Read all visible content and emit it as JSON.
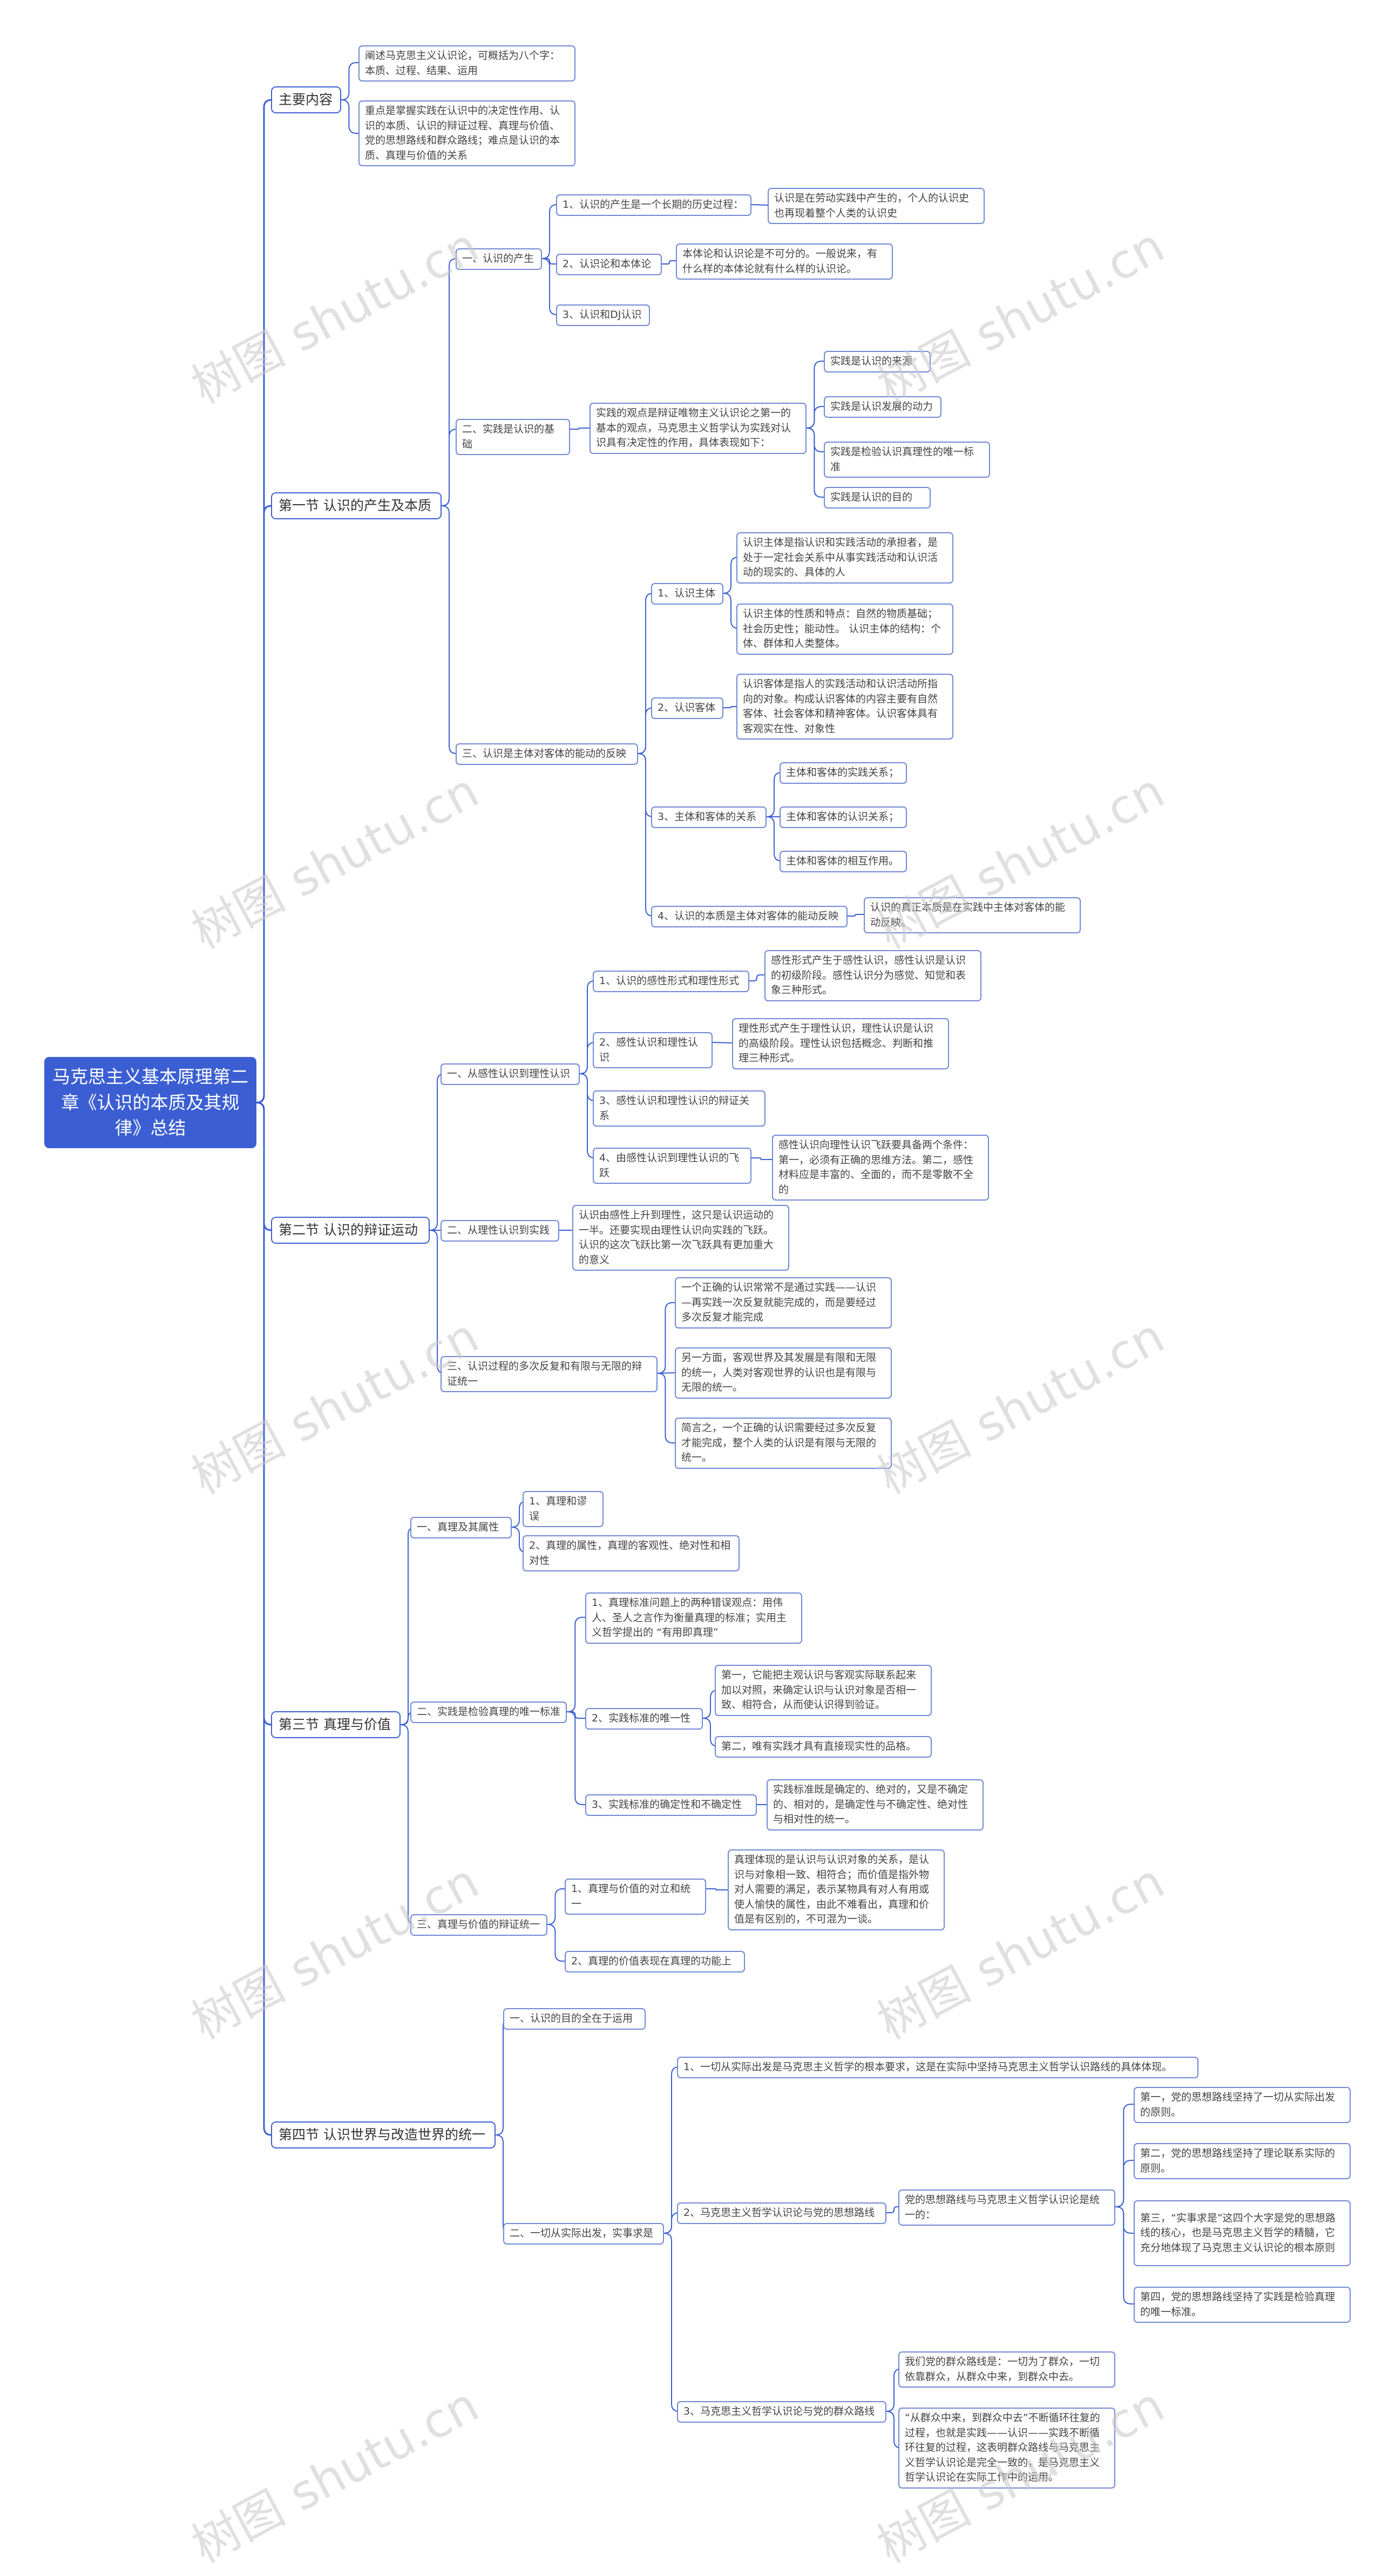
{
  "watermark": "树图 shutu.cn",
  "colors": {
    "root_bg": "#3b5fd2",
    "line": "#3b5fd2",
    "border": "#7088d6"
  },
  "root": "马克思主义基本原理第二章《认识的本质及其规律》总结",
  "nodes": {
    "s0": "主要内容",
    "s0_a": "阐述马克思主义认识论，可概括为八个字：本质、过程、结果、运用",
    "s0_b": "重点是掌握实践在认识中的决定性作用、认识的本质、认识的辩证过程、真理与价值、党的思想路线和群众路线；难点是认识的本质、真理与价值的关系",
    "s1": "第一节 认识的产生及本质",
    "s1_1": "一、认识的产生",
    "s1_1_1": "1、认识的产生是一个长期的历史过程：",
    "s1_1_1a": "认识是在劳动实践中产生的，个人的认识史也再现着整个人类的认识史",
    "s1_1_2": "2、认识论和本体论",
    "s1_1_2a": "本体论和认识论是不可分的。一般说来，有什么样的本体论就有什么样的认识论。",
    "s1_1_3": "3、认识和DJ认识",
    "s1_2": "二、实践是认识的基础",
    "s1_2a": "实践的观点是辩证唯物主义认识论之第一的基本的观点，马克思主义哲学认为实践对认识具有决定性的作用，具体表现如下：",
    "s1_2a1": "实践是认识的来源",
    "s1_2a2": "实践是认识发展的动力",
    "s1_2a3": "实践是检验认识真理性的唯一标准",
    "s1_2a4": "实践是认识的目的",
    "s1_3": "三、认识是主体对客体的能动的反映",
    "s1_3_1": "1、认识主体",
    "s1_3_1a": "认识主体是指认识和实践活动的承担者，是处于一定社会关系中从事实践活动和认识活动的现实的、具体的人",
    "s1_3_1b": "认识主体的性质和特点：自然的物质基础；社会历史性；能动性。 认识主体的结构：个体、群体和人类整体。",
    "s1_3_2": "2、认识客体",
    "s1_3_2a": "认识客体是指人的实践活动和认识活动所指向的对象。构成认识客体的内容主要有自然客体、社会客体和精神客体。认识客体具有客观实在性、对象性",
    "s1_3_3": "3、主体和客体的关系",
    "s1_3_3a": "主体和客体的实践关系；",
    "s1_3_3b": "主体和客体的认识关系；",
    "s1_3_3c": "主体和客体的相互作用。",
    "s1_3_4": "4、认识的本质是主体对客体的能动反映",
    "s1_3_4a": "认识的真正本质是在实践中主体对客体的能动反映。",
    "s2": "第二节 认识的辩证运动",
    "s2_1": "一、从感性认识到理性认识",
    "s2_1_1": "1、认识的感性形式和理性形式",
    "s2_1_1a": "感性形式产生于感性认识，感性认识是认识的初级阶段。感性认识分为感觉、知觉和表象三种形式。",
    "s2_1_2": "2、感性认识和理性认识",
    "s2_1_2a": "理性形式产生于理性认识，理性认识是认识的高级阶段。理性认识包括概念、判断和推理三种形式。",
    "s2_1_3": "3、感性认识和理性认识的辩证关系",
    "s2_1_4": "4、由感性认识到理性认识的飞跃",
    "s2_1_4a": "感性认识向理性认识飞跃要具备两个条件：第一，必须有正确的思维方法。第二，感性材料应是丰富的、全面的，而不是零散不全的",
    "s2_2": "二、从理性认识到实践",
    "s2_2a": "认识由感性上升到理性，这只是认识运动的一半。还要实现由理性认识向实践的飞跃。认识的这次飞跃比第一次飞跃具有更加重大的意义",
    "s2_3": "三、认识过程的多次反复和有限与无限的辩证统一",
    "s2_3a": "一个正确的认识常常不是通过实践——认识—再实践一次反复就能完成的，而是要经过多次反复才能完成",
    "s2_3b": "另一方面，客观世界及其发展是有限和无限的统一，人类对客观世界的认识也是有限与无限的统一。",
    "s2_3c": "简言之，一个正确的认识需要经过多次反复才能完成，整个人类的认识是有限与无限的统一。",
    "s3": "第三节 真理与价值",
    "s3_1": "一、真理及其属性",
    "s3_1_1": "1、真理和谬误",
    "s3_1_2": "2、真理的属性，真理的客观性、绝对性和相对性",
    "s3_2": "二、实践是检验真理的唯一标准",
    "s3_2_1": "1、真理标准问题上的两种错误观点：用伟人、圣人之言作为衡量真理的标准；实用主义哲学提出的 “有用即真理”",
    "s3_2_2": "2、实践标准的唯一性",
    "s3_2_2a": "第一，它能把主观认识与客观实际联系起来加以对照，来确定认识与认识对象是否相一致、相符合，从而使认识得到验证。",
    "s3_2_2b": "第二，唯有实践才具有直接现实性的品格。",
    "s3_2_3": "3、实践标准的确定性和不确定性",
    "s3_2_3a": "实践标准既是确定的、绝对的，又是不确定的、相对的，是确定性与不确定性、绝对性与相对性的统一。",
    "s3_3": "三、真理与价值的辩证统一",
    "s3_3_1": "1、真理与价值的对立和统一",
    "s3_3_1a": "真理体现的是认识与认识对象的关系，是认识与对象相一致、相符合；而价值是指外物对人需要的满足，表示某物具有对人有用或使人愉快的属性，由此不难看出，真理和价值是有区别的，不可混为一谈。",
    "s3_3_2": "2、真理的价值表现在真理的功能上",
    "s4": "第四节 认识世界与改造世界的统一",
    "s4_1": "一、认识的目的全在于运用",
    "s4_2": "二、一切从实际出发，实事求是",
    "s4_2_1": "1、一切从实际出发是马克思主义哲学的根本要求，这是在实际中坚持马克思主义哲学认识路线的具体体现。",
    "s4_2_2": "2、马克思主义哲学认识论与党的思想路线",
    "s4_2_2a": "党的思想路线与马克思主义哲学认识论是统一的：",
    "s4_2_2a1": "第一，党的思想路线坚持了一切从实际出发的原则。",
    "s4_2_2a2": "第二，党的思想路线坚持了理论联系实际的原则。",
    "s4_2_2a3": "第三，“实事求是”这四个大字是党的思想路线的核心，也是马克思主义哲学的精髓，它充分地体现了马克思主义认识论的根本原则",
    "s4_2_2a4": "第四，党的思想路线坚持了实践是检验真理的唯一标准。",
    "s4_2_3": "3、马克思主义哲学认识论与党的群众路线",
    "s4_2_3a": "我们党的群众路线是：一切为了群众，一切依靠群众，从群众中来，到群众中去。",
    "s4_2_3b": "“从群众中来，到群众中去”不断循环往复的过程，也就是实践——认识——实践不断循环往复的过程，这表明群众路线与马克思主义哲学认识论是完全一致的，是马克思主义哲学认识论在实际工作中的运用。"
  }
}
